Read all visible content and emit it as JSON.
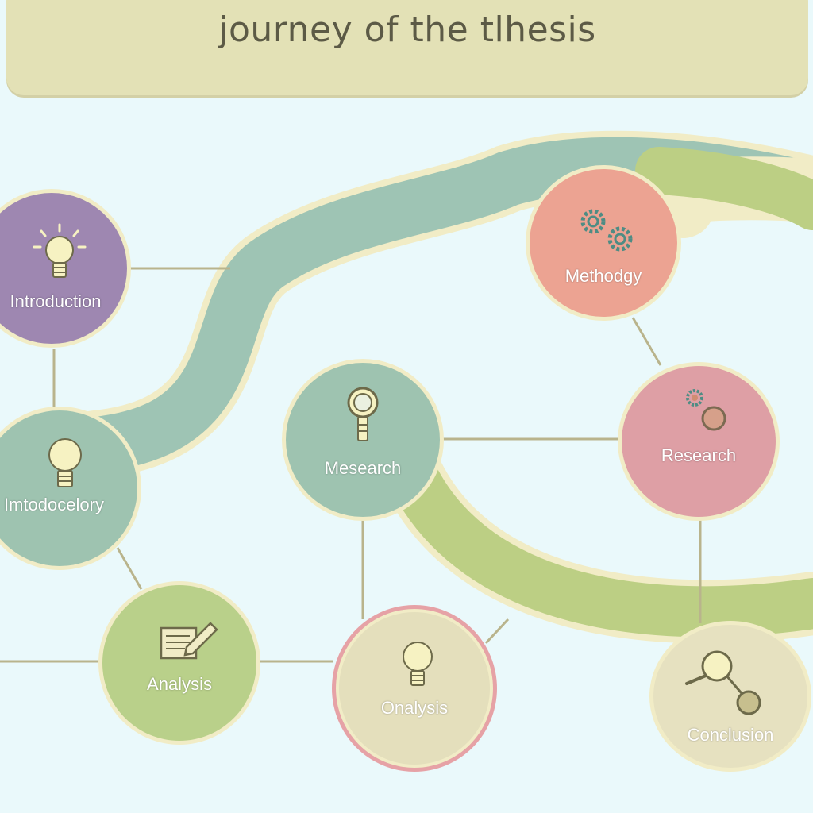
{
  "title": "journey of the tlhesis",
  "colors": {
    "background": "#eaf9fb",
    "title_bar": "#e3e1b6",
    "path_teal": "#9ec4b4",
    "path_green": "#bccf84",
    "node_border": "#f1ecc6",
    "connector": "#b9b48c"
  },
  "nodes": [
    {
      "id": "introduction",
      "label": "Introduction",
      "icon": "lightbulb-icon",
      "color": "#9e87b1"
    },
    {
      "id": "methodology",
      "label": "Methodgy",
      "icon": "gears-icon",
      "color": "#eca392"
    },
    {
      "id": "introductory",
      "label": "Imtodocelory",
      "icon": "lightbulb-icon",
      "color": "#9ec3b0"
    },
    {
      "id": "mesearch",
      "label": "Mesearch",
      "icon": "magnifier-icon",
      "color": "#9ec3b0"
    },
    {
      "id": "research",
      "label": "Research",
      "icon": "gears-icon",
      "color": "#de9fa5"
    },
    {
      "id": "analysis",
      "label": "Analysis",
      "icon": "notepad-pencil-icon",
      "color": "#b9d08a"
    },
    {
      "id": "onalysis",
      "label": "Onalysis",
      "icon": "lightbulb-icon",
      "color": "#e4dfbc"
    },
    {
      "id": "conclusion",
      "label": "Conclusion",
      "icon": "magnifier-icon",
      "color": "#e6e1c0"
    }
  ]
}
